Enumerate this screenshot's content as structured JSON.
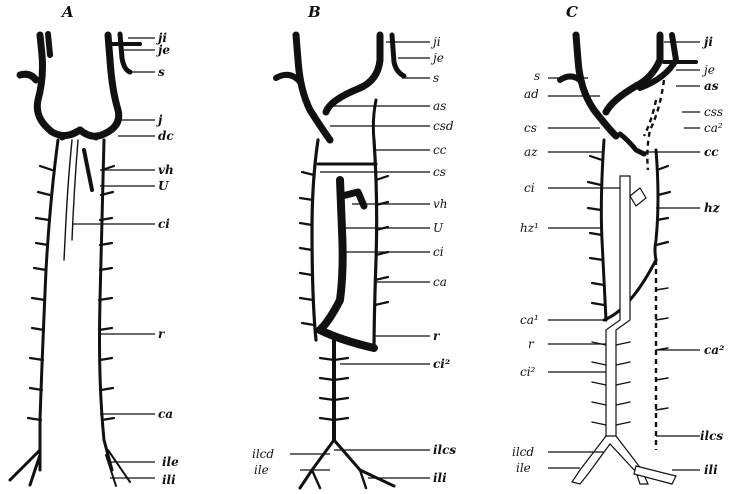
{
  "panels": {
    "a": {
      "letter": "A",
      "labels": {
        "ji": "ji",
        "je": "je",
        "s": "s",
        "j": "j",
        "dc": "dc",
        "vh": "vh",
        "u": "U",
        "ci": "ci",
        "r": "r",
        "ca": "ca",
        "ile": "ile",
        "ili": "ili"
      }
    },
    "b": {
      "letter": "B",
      "labels": {
        "ji": "ji",
        "je": "je",
        "s": "s",
        "as": "as",
        "csd": "csd",
        "cc": "cc",
        "cs": "cs",
        "vh": "vh",
        "u": "U",
        "ci": "ci",
        "ca": "ca",
        "r": "r",
        "ci2": "ci²",
        "ilcs": "ilcs",
        "ilcd": "ilcd",
        "ile": "ile",
        "ili": "ili"
      }
    },
    "c": {
      "letter": "C",
      "labels": {
        "ji": "ji",
        "je": "je",
        "as": "as",
        "css": "css",
        "ca2_top": "ca²",
        "cc": "cc",
        "hz": "hz",
        "ca2_mid": "ca²",
        "ilcs": "ilcs",
        "ili": "ili",
        "s": "s",
        "ad": "ad",
        "cs": "cs",
        "az": "az",
        "ci": "ci",
        "hz1": "hz¹",
        "ca1": "ca¹",
        "r": "r",
        "ci2": "ci²",
        "ilcd": "ilcd",
        "ile": "ile"
      }
    }
  }
}
